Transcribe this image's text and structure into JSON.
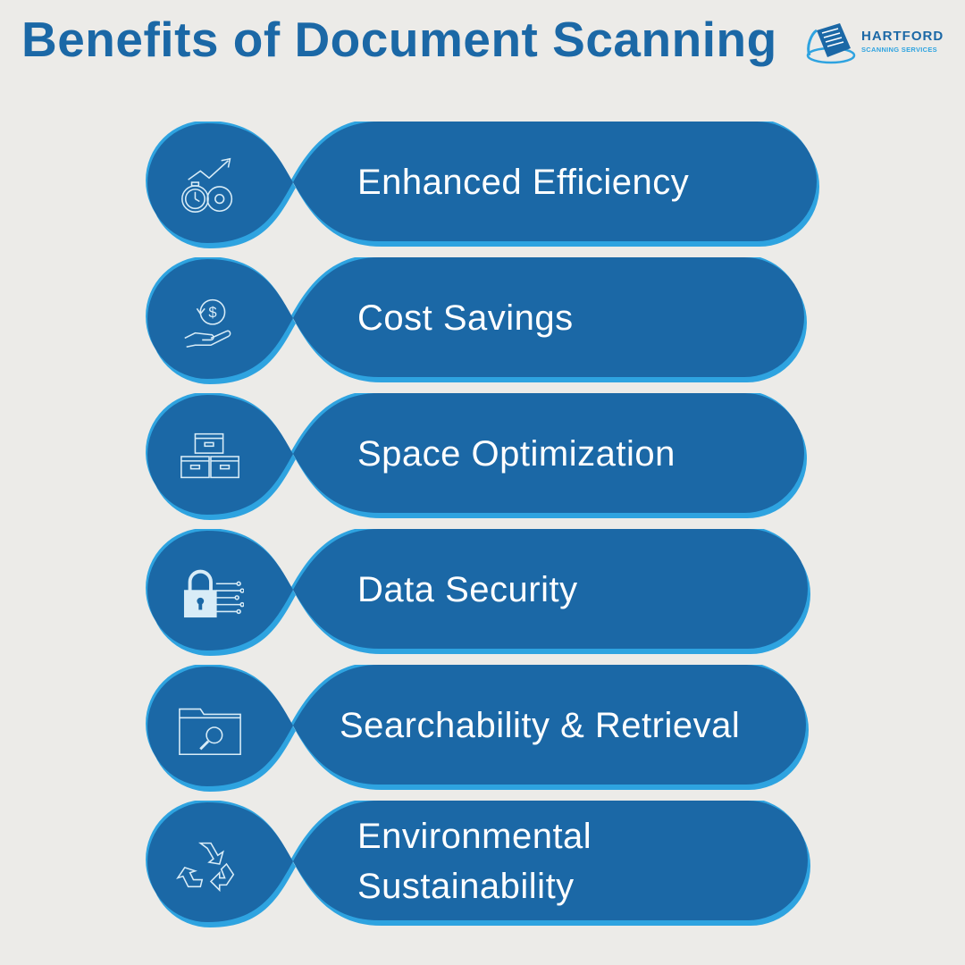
{
  "title": "Benefits of Document Scanning",
  "logo": {
    "name": "HARTFORD",
    "subtitle": "SCANNING SERVICES"
  },
  "colors": {
    "background": "#ecebe8",
    "primary": "#1b68a6",
    "accent": "#2ea3e0",
    "text": "#ffffff"
  },
  "benefits": [
    {
      "label": "Enhanced Efficiency",
      "icon": "stopwatch-gear-growth-icon"
    },
    {
      "label": "Cost Savings",
      "icon": "hand-dollar-icon"
    },
    {
      "label": "Space Optimization",
      "icon": "stacked-boxes-icon"
    },
    {
      "label": "Data Security",
      "icon": "padlock-circuit-icon"
    },
    {
      "label": "Searchability & Retrieval",
      "icon": "folder-search-icon"
    },
    {
      "label": "Environmental Sustainability",
      "icon": "recycle-icon"
    }
  ]
}
